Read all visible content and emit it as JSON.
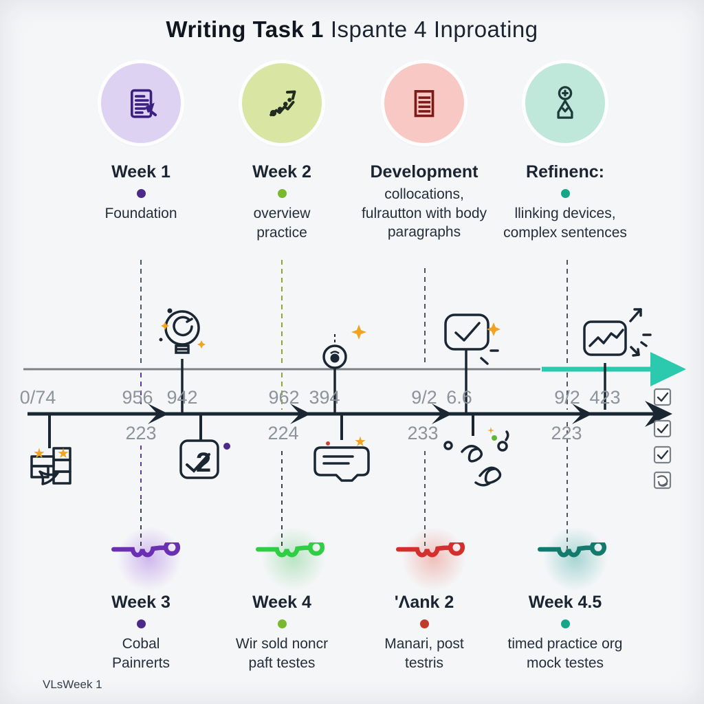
{
  "title": {
    "bold": "Writing Task 1",
    "rest": "Ispante 4 Inproating"
  },
  "colors": {
    "background": "#f5f6f8",
    "ink": "#1b2633",
    "muted_numbers": "#8d939b",
    "gray_line": "#7d8287",
    "teal_arrow": "#2bc9ad",
    "purple": "#5b2d9e",
    "green": "#7ab82e",
    "red": "#c0392b",
    "teal": "#17a589",
    "gold": "#f0a422"
  },
  "top_columns": [
    {
      "title": "Week 1",
      "subtitle": "Foundation",
      "dot_color": "#4b2a8a",
      "circle_bg": "#ded2f2",
      "icon": "document-edit-icon"
    },
    {
      "title": "Week 2",
      "subtitle": "overview practice",
      "dot_color": "#7ab82e",
      "circle_bg": "#d9e5a3",
      "icon": "trend-up-icon"
    },
    {
      "title": "Development",
      "subtitle": "collocations, fulrautton with body paragraphs",
      "circle_bg": "#f8c9c4",
      "icon": "document-lines-icon"
    },
    {
      "title": "Refinenc:",
      "subtitle": "llinking devices, complex sentences",
      "dot_color": "#17a589",
      "circle_bg": "#bfe7da",
      "icon": "pen-nib-icon"
    }
  ],
  "timeline": {
    "upper_labels": [
      "0/74",
      "956",
      "942",
      "962",
      "394",
      "9/2",
      "6.6",
      "9/2",
      "423"
    ],
    "lower_labels": [
      "223",
      "224",
      "233",
      "223"
    ]
  },
  "checklist": {
    "items": [
      "checked",
      "checked",
      "checked",
      "scribble"
    ]
  },
  "bottom_columns": [
    {
      "title": "Week 3",
      "subtitle": "Cobal Painrerts",
      "dot_color": "#4b2a8a",
      "squiggle_color": "#6b2fb3",
      "glow_color": "rgba(150,90,220,0.40)"
    },
    {
      "title": "Week 4",
      "subtitle": "Wir sold noncr paft testes",
      "dot_color": "#7ab82e",
      "squiggle_color": "#2fce44",
      "glow_color": "rgba(90,200,110,0.38)"
    },
    {
      "title": "'Λank 2",
      "subtitle": "Manari, post testris",
      "dot_color": "#c0392b",
      "squiggle_color": "#d32f2f",
      "glow_color": "rgba(230,90,70,0.35)"
    },
    {
      "title": "Week 4.5",
      "subtitle": "timed practice org mock testes",
      "dot_color": "#17a589",
      "squiggle_color": "#157a6e",
      "glow_color": "rgba(40,160,150,0.38)"
    }
  ],
  "icons": {
    "badge_label": "2"
  },
  "watermark": "VLsWeek 1"
}
